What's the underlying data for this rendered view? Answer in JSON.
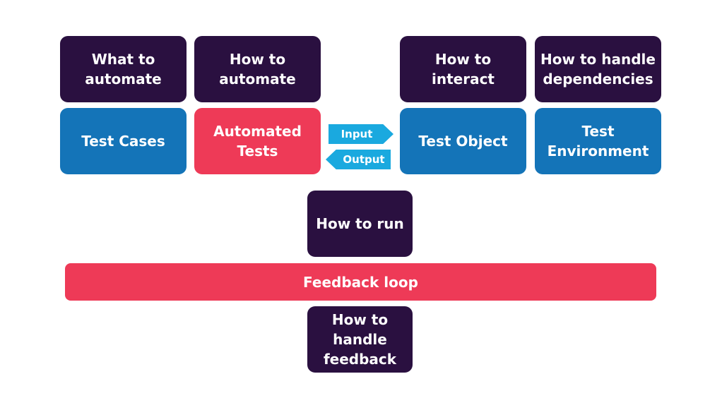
{
  "top_row": {
    "what_to_automate": "What to automate",
    "how_to_automate": "How to automate",
    "how_to_interact": "How to interact",
    "how_to_handle_dependencies": "How to handle dependencies"
  },
  "middle_row": {
    "test_cases": "Test Cases",
    "automated_tests": "Automated Tests",
    "test_object": "Test Object",
    "test_environment": "Test Environment"
  },
  "arrows": {
    "input": "Input",
    "output": "Output"
  },
  "how_to_run": "How to run",
  "feedback_loop": "Feedback loop",
  "how_to_handle_feedback": "How to handle feedback",
  "colors": {
    "dark_purple": "#2a1040",
    "blue": "#1474b8",
    "pink": "#ee3a57",
    "light_blue": "#1aa9df"
  }
}
